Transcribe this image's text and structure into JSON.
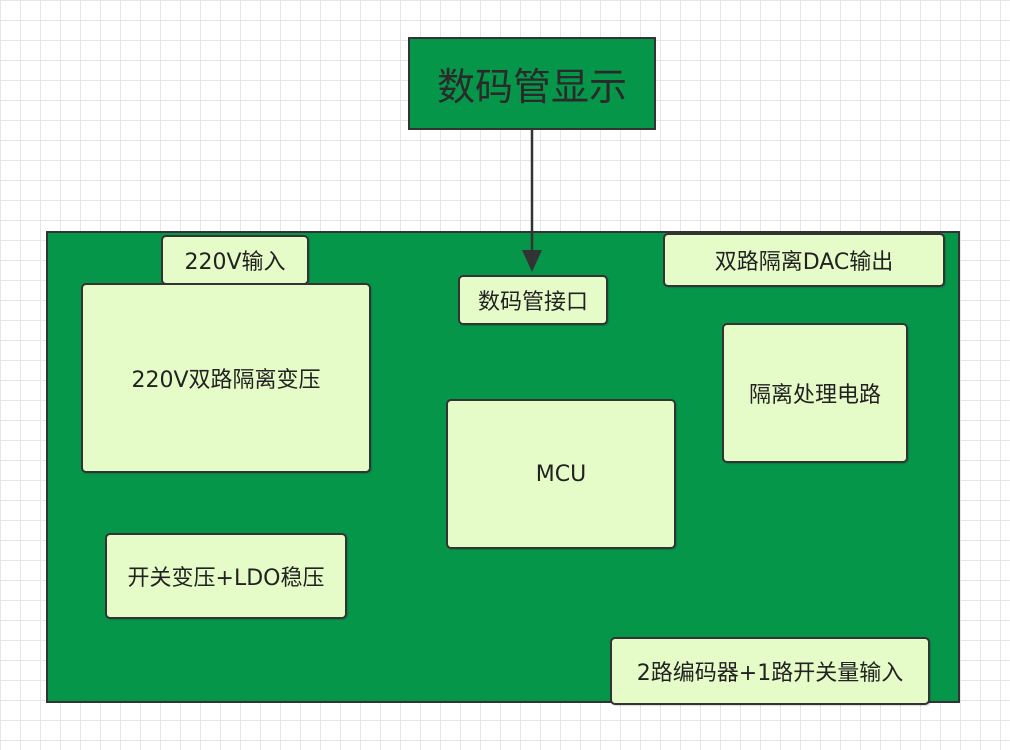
{
  "display": {
    "label": "数码管显示"
  },
  "board": {
    "blocks": {
      "power_input": "220V输入",
      "transformer": "220V双路隔离变压",
      "switch_ldo": "开关变压+LDO稳压",
      "display_interface": "数码管接口",
      "mcu": "MCU",
      "dac_output": "双路隔离DAC输出",
      "isolation": "隔离处理电路",
      "encoder_input": "2路编码器+1路开关量输入"
    }
  },
  "colors": {
    "board_fill": "#06964a",
    "component_fill": "#e6fcc8",
    "border": "#333333",
    "grid": "#e6e6e6"
  }
}
